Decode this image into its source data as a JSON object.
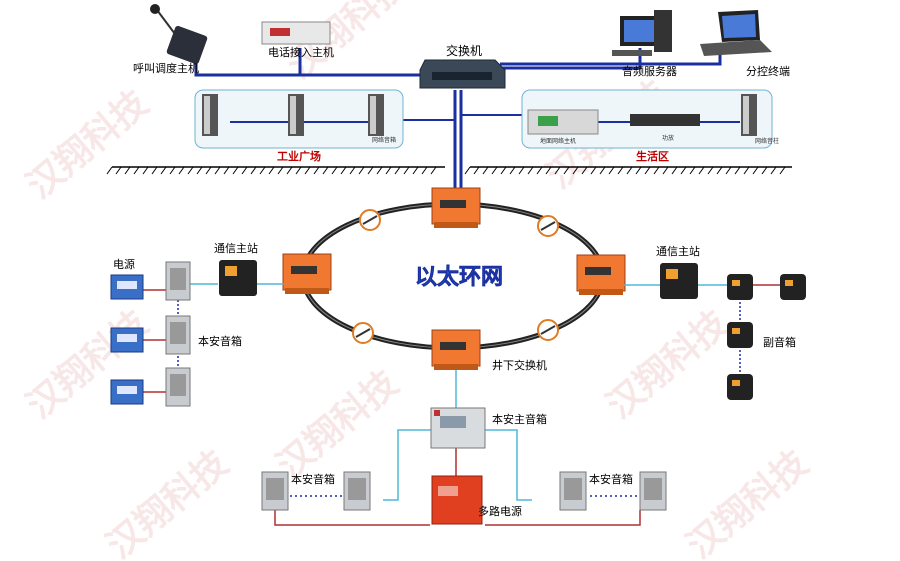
{
  "labels": {
    "dispatch_console": "呼叫调度主机",
    "phone_access_host": "电话接入主机",
    "switch": "交换机",
    "audio_server": "音频服务器",
    "control_terminal": "分控终端",
    "industrial_square": "工业广场",
    "living_area": "生活区",
    "ethernet_ring": "以太环网",
    "comm_station_left": "通信主站",
    "comm_station_right": "通信主站",
    "power_supply": "电源",
    "safe_speaker_left": "本安音箱",
    "sub_speaker": "副音箱",
    "underground_switch": "井下交换机",
    "safe_main_speaker": "本安主音箱",
    "safe_speaker_bottom_left": "本安音箱",
    "safe_speaker_bottom_right": "本安音箱",
    "multi_power": "多路电源",
    "network_speaker_small": "网络音箱",
    "living_net_host": "地面网络主机",
    "amp_small": "功放",
    "living_speaker_small": "网络音柱"
  },
  "watermark": "汉翔科技",
  "colors": {
    "link_blue": "#1a2fa0",
    "link_cyan": "#4db8d9",
    "link_red": "#b03030",
    "ring_orange": "#f07830",
    "watermark": "#c83c3c"
  },
  "icons": {
    "dispatch_console": "desk-microphone-icon",
    "phone_access_host": "rack-unit-icon",
    "switch": "network-switch-icon",
    "audio_server": "desktop-pc-icon",
    "control_terminal": "laptop-icon",
    "speaker_column": "speaker-column-icon",
    "ring_switch": "explosion-proof-switch-icon",
    "comm_station": "comm-station-icon",
    "power_box": "power-box-icon",
    "safe_speaker": "intrinsically-safe-speaker-icon",
    "fiber_connector": "fiber-connector-icon"
  }
}
